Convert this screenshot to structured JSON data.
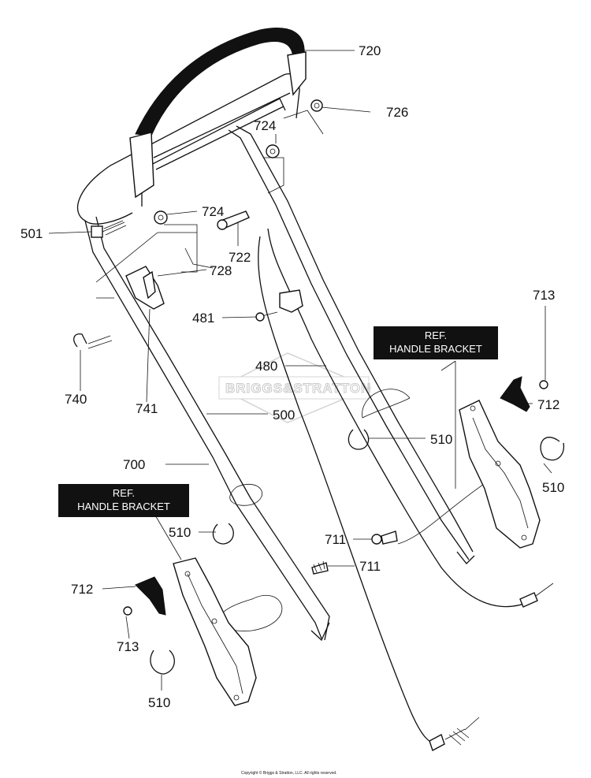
{
  "labels": {
    "p720": "720",
    "p726": "726",
    "p724a": "724",
    "p724b": "724",
    "p501": "501",
    "p722": "722",
    "p728": "728",
    "p713a": "713",
    "p481": "481",
    "p480": "480",
    "p740": "740",
    "p741": "741",
    "p500": "500",
    "p712a": "712",
    "p510a": "510",
    "p510b": "510",
    "p700": "700",
    "p510c": "510",
    "p711a": "711",
    "p711b": "711",
    "p712b": "712",
    "p713b": "713",
    "p510d": "510"
  },
  "ref_boxes": {
    "right": {
      "line1": "REF.",
      "line2": "HANDLE BRACKET"
    },
    "left": {
      "line1": "REF.",
      "line2": "HANDLE BRACKET"
    }
  },
  "watermark": "BRIGGS&STRATTON",
  "copyright": "Copyright © Briggs & Stratton, LLC. All rights reserved."
}
